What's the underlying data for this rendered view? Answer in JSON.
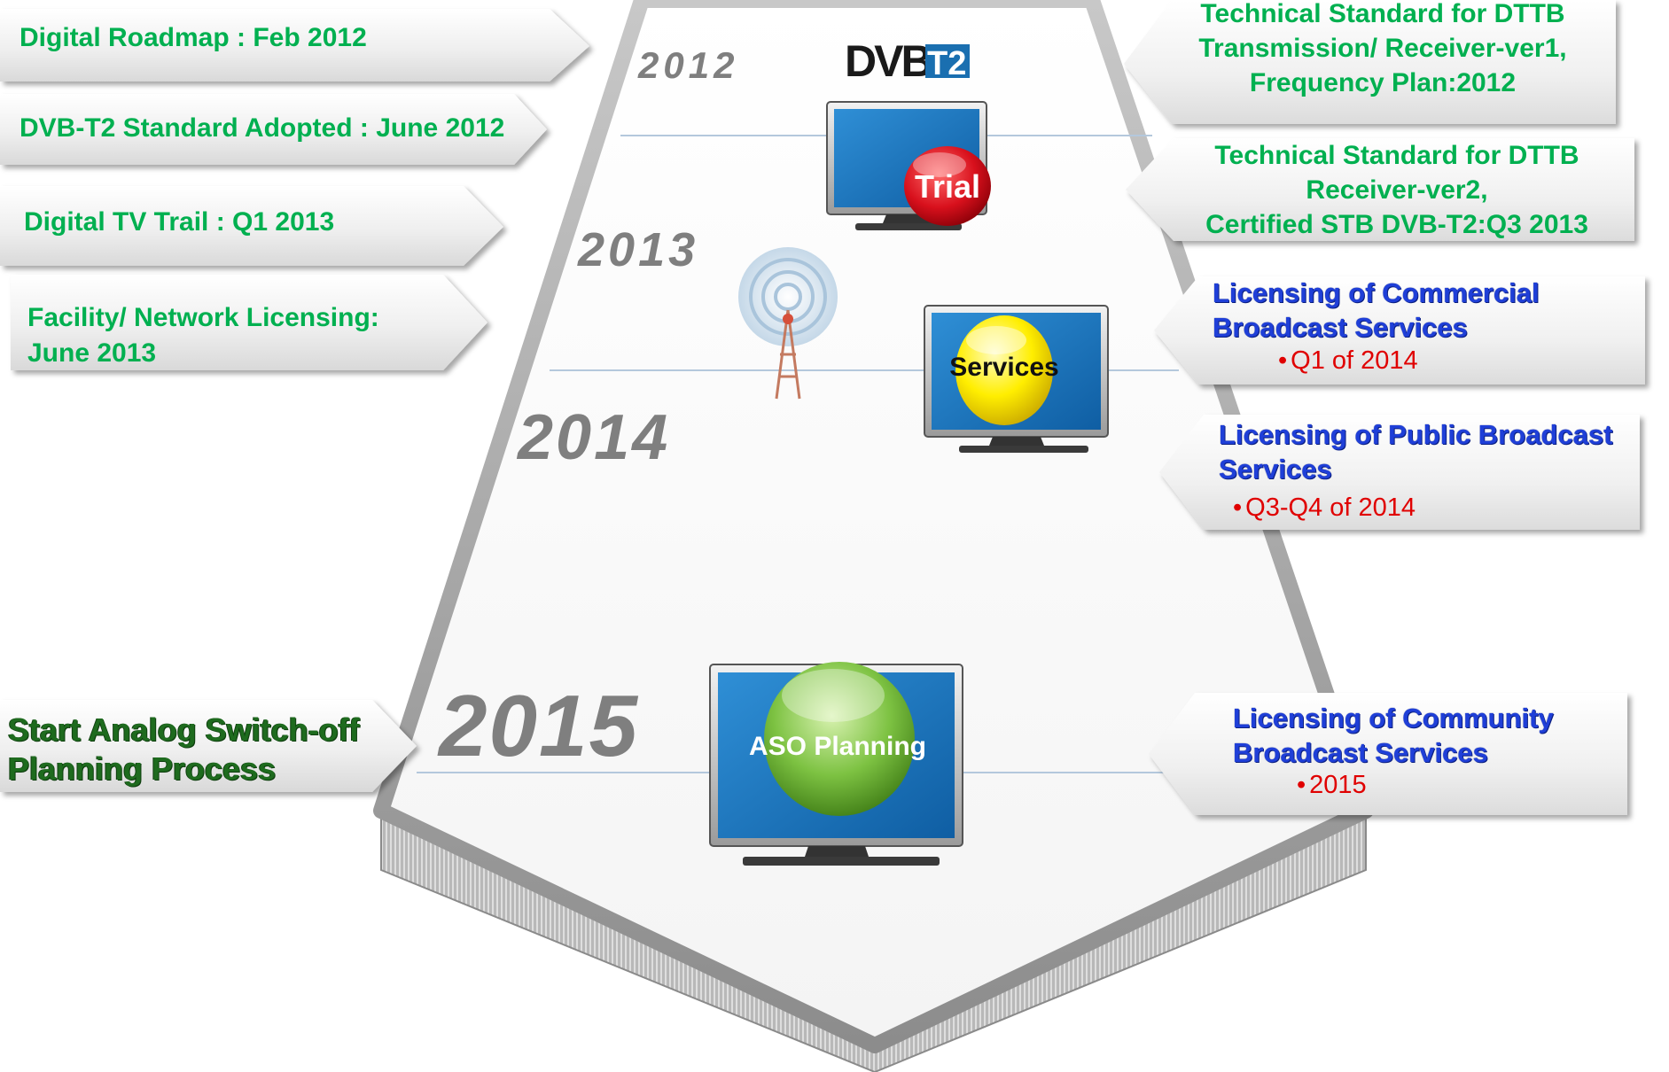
{
  "years": [
    "2012",
    "2013",
    "2014",
    "2015"
  ],
  "logo": {
    "left": "DVB",
    "right": "T2"
  },
  "tv_badges": {
    "trial": "Trial",
    "services": "Services",
    "aso": "ASO Planning"
  },
  "left_milestones": [
    {
      "text": "Digital Roadmap : Feb 2012"
    },
    {
      "text": "DVB-T2 Standard Adopted : June 2012"
    },
    {
      "text": "Digital TV Trail : Q1 2013"
    },
    {
      "line1": "Facility/ Network Licensing:",
      "line2": "June 2013"
    },
    {
      "line1": "Start Analog Switch-off",
      "line2": "Planning Process"
    }
  ],
  "right_milestones": [
    {
      "lines": [
        "Technical Standard for DTTB",
        "Transmission/ Receiver-ver1,",
        "Frequency Plan:2012"
      ]
    },
    {
      "lines": [
        "Technical Standard for DTTB",
        "Receiver-ver2,",
        "Certified STB DVB-T2:Q3 2013"
      ]
    },
    {
      "line1": "Licensing of Commercial",
      "line2": "Broadcast  Services",
      "bullet": "Q1 of 2014"
    },
    {
      "line1": "Licensing of Public Broadcast",
      "line2": "Services",
      "bullet": "Q3-Q4 of 2014"
    },
    {
      "line1": "Licensing of Community",
      "line2": "Broadcast  Services",
      "bullet": "2015"
    }
  ],
  "colors": {
    "milestone_green": "#00b050",
    "licensing_blue": "#1f3fd8",
    "bullet_red": "#e00000",
    "asoff_dark_green": "#1e6b1e",
    "year_gray": "#7f7f7f",
    "road_border": "#9a9a9a",
    "tv_screen": "#1a72b8",
    "trial_badge": "#d8101c",
    "services_badge": "#ffee00",
    "aso_badge": "#7dc242"
  }
}
